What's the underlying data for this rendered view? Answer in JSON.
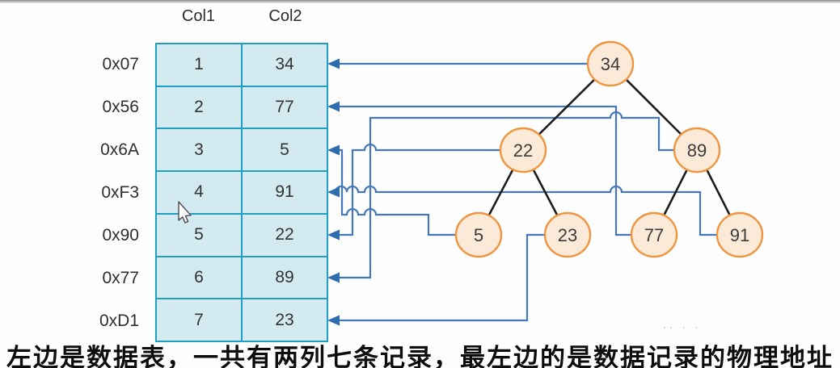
{
  "diagram": {
    "table": {
      "headers": [
        "Col1",
        "Col2"
      ],
      "rows": [
        {
          "address": "0x07",
          "col1": "1",
          "col2": "34"
        },
        {
          "address": "0x56",
          "col1": "2",
          "col2": "77"
        },
        {
          "address": "0x6A",
          "col1": "3",
          "col2": "5"
        },
        {
          "address": "0xF3",
          "col1": "4",
          "col2": "91"
        },
        {
          "address": "0x90",
          "col1": "5",
          "col2": "22"
        },
        {
          "address": "0x77",
          "col1": "6",
          "col2": "89"
        },
        {
          "address": "0xD1",
          "col1": "7",
          "col2": "23"
        }
      ]
    },
    "tree": {
      "nodes": [
        {
          "value": "34"
        },
        {
          "value": "22"
        },
        {
          "value": "89"
        },
        {
          "value": "5"
        },
        {
          "value": "23"
        },
        {
          "value": "77"
        },
        {
          "value": "91"
        }
      ],
      "edges": [
        [
          "34",
          "22"
        ],
        [
          "34",
          "89"
        ],
        [
          "22",
          "5"
        ],
        [
          "22",
          "23"
        ],
        [
          "89",
          "77"
        ],
        [
          "89",
          "91"
        ]
      ],
      "links_to_rows": [
        [
          "34",
          "0x07"
        ],
        [
          "77",
          "0x56"
        ],
        [
          "5",
          "0x6A"
        ],
        [
          "91",
          "0xF3"
        ],
        [
          "22",
          "0x90"
        ],
        [
          "89",
          "0x77"
        ],
        [
          "23",
          "0xD1"
        ]
      ]
    },
    "caption": "左边是数据表，一共有两列七条记录，最左边的是数据记录的物理地址",
    "artifact_dots": ".. .  .",
    "colors": {
      "cell_fill": "#d2eaf0",
      "table_border": "#1f9ec2",
      "node_fill": "#fcead8",
      "node_border": "#ef9540",
      "arrow_blue": "#4478b8",
      "arrowhead_blue": "#2e6cb0",
      "edge_black": "#1c1c1c"
    }
  }
}
